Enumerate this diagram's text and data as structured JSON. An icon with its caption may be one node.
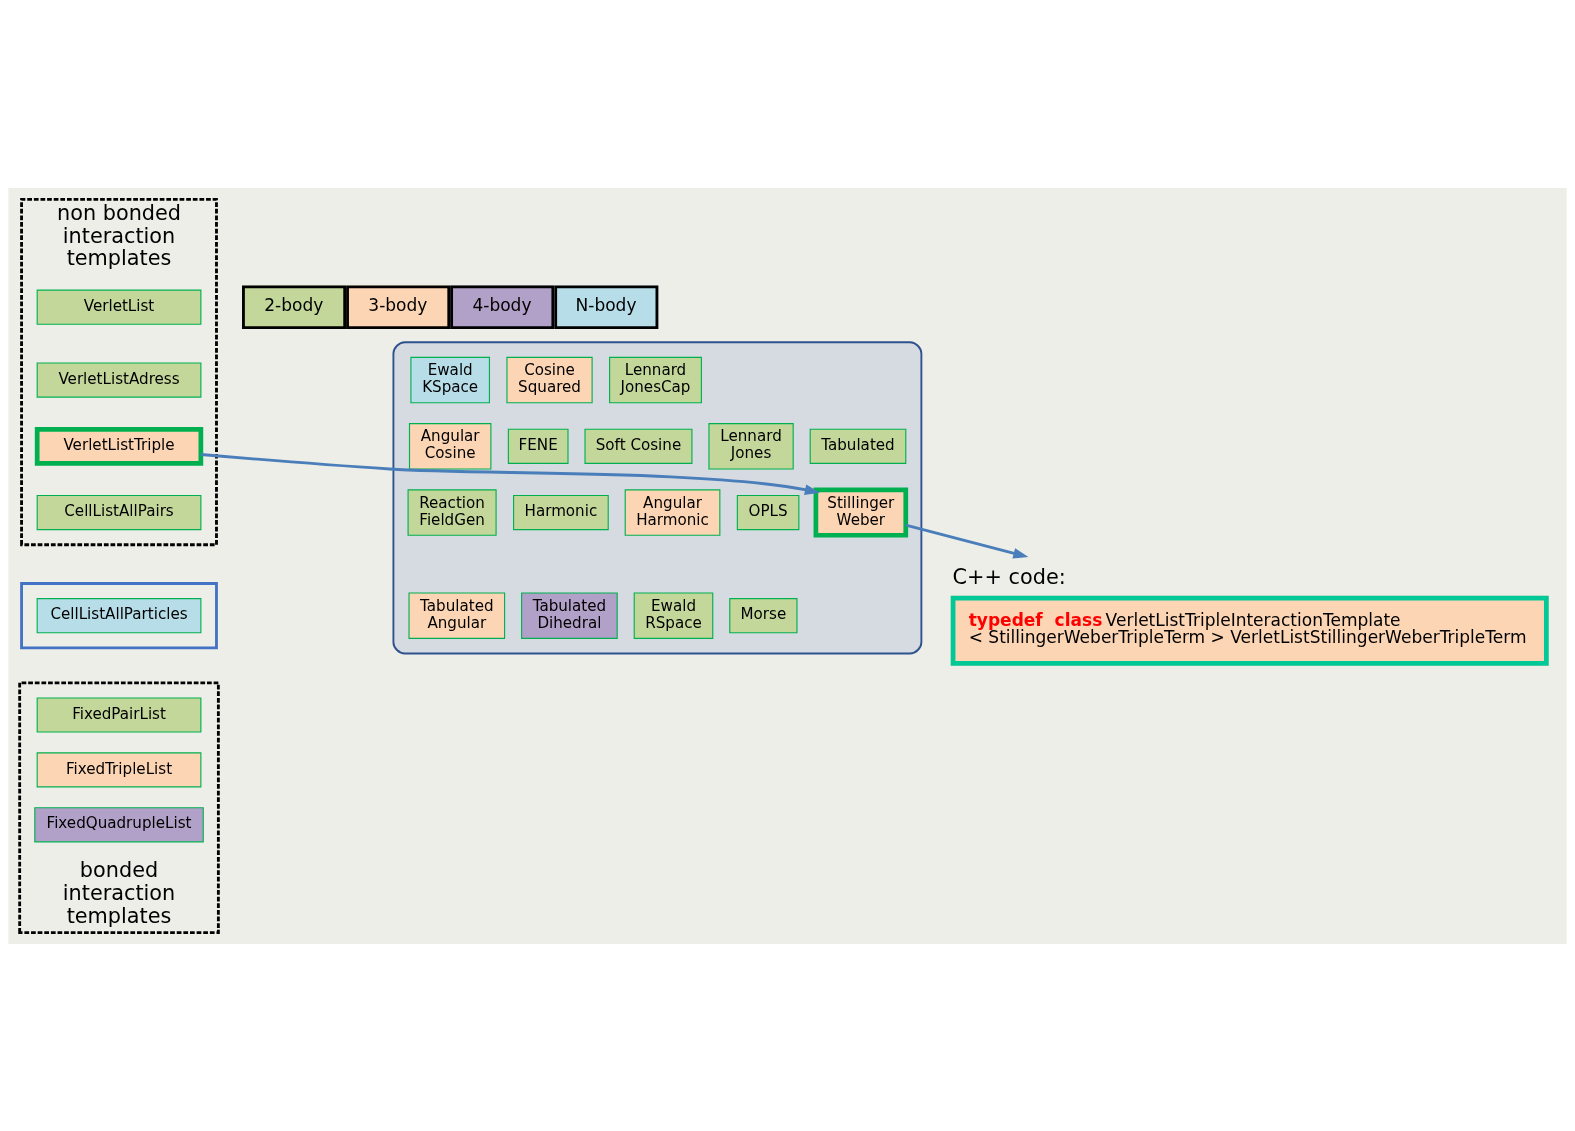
{
  "diagram": {
    "nodes": [
      {
        "text": [],
        "shape": "cloud"
      },
      {
        "text": [
          "Ewald KSpace"
        ],
        "in": 0
      },
      {
        "text": [
          "Cosine Squared"
        ],
        "in": 0
      },
      {
        "text": [
          "Lennard JonesCap"
        ],
        "in": 0
      },
      {
        "text": [
          "Angular Cosine"
        ],
        "in": 0
      },
      {
        "text": [
          "FENE"
        ],
        "in": 0
      },
      {
        "text": [
          "Soft Cosine"
        ],
        "in": 0
      },
      {
        "text": [
          "Lennard Jones"
        ],
        "in": 0
      },
      {
        "text": [
          "Tabulated"
        ],
        "in": 0
      },
      {
        "text": [
          "Reaction FieldGen"
        ],
        "in": 0
      },
      {
        "text": [
          "Harmonic"
        ],
        "in": 0
      },
      {
        "text": [
          "Angular Harmonic"
        ],
        "in": 0
      },
      {
        "text": [
          "OPLS"
        ],
        "in": 0
      },
      {
        "text": [
          "Stillinger Weber"
        ],
        "in": 0
      },
      {
        "text": [
          "Tabulated Angular"
        ],
        "in": 0
      },
      {
        "text": [
          "Tabulated Dihedral"
        ],
        "in": 0
      },
      {
        "text": [
          "Ewald RSpace"
        ],
        "in": 0
      },
      {
        "text": [
          "Morse"
        ],
        "in": 0
      },
      {
        "text": [
          "non bonded interaction templates"
        ]
      },
      {
        "text": [
          "VerletList"
        ],
        "in": 18
      },
      {
        "text": [
          "VerletListAdress"
        ],
        "in": 18
      },
      {
        "text": [
          "VerletListTriple"
        ],
        "in": 18
      },
      {
        "text": [
          "CellListAllPairs"
        ],
        "in": 18
      },
      {
        "text": [],
        "shape": "box"
      },
      {
        "text": [
          "CellListAllParticles"
        ],
        "in": 23
      },
      {
        "text": [
          "bonded interaction templates"
        ]
      },
      {
        "text": [
          "FixedPairList"
        ],
        "in": 25
      },
      {
        "text": [
          "FixedTripleList"
        ],
        "in": 25
      },
      {
        "text": [
          "FixedQuadrupleList"
        ],
        "in": 25
      },
      {
        "text": [
          "C++ code:",
          "**typedef  class**  VerletListTripleInteractionTemplate < StillingerWeberTripleTerm > VerletListStillingerWeberTripleTerm"
        ]
      }
    ],
    "edges": [
      {
        "from": 21,
        "to": 13,
        "arrow": "to"
      },
      {
        "from": 13,
        "to": 29,
        "arrow": "to"
      }
    ],
    "legend": [
      {
        "text": "2-body",
        "color": "#c4d79b"
      },
      {
        "text": "3-body",
        "color": "#fcd5b4"
      },
      {
        "text": "4-body",
        "color": "#b1a0c7"
      },
      {
        "text": "N-body",
        "color": "#b7dee8"
      }
    ]
  }
}
